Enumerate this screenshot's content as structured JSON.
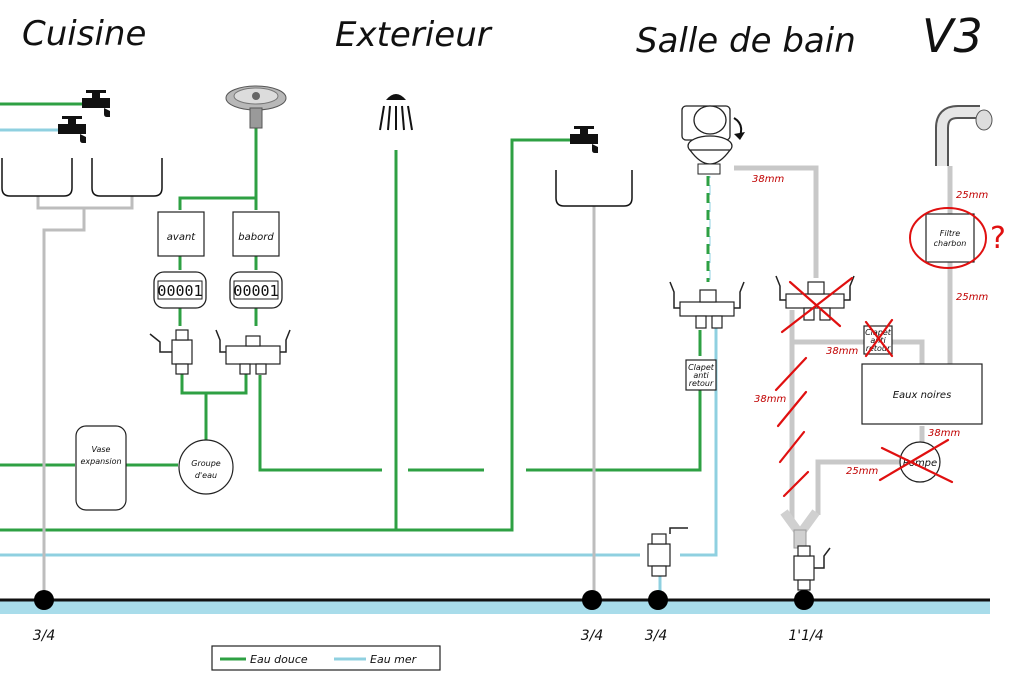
{
  "zones": {
    "cuisine": "Cuisine",
    "exterieur": "Exterieur",
    "salle_de_bain": "Salle de bain",
    "version": "V3"
  },
  "tanks": {
    "avant": "avant",
    "babord": "babord"
  },
  "counters": {
    "avant": "00001",
    "babord": "00001"
  },
  "components": {
    "vase_expansion": [
      "Vase",
      "expansion"
    ],
    "groupe_eau": [
      "Groupe",
      "d'eau"
    ],
    "clapet_douche": [
      "Clapet",
      "anti",
      "retour"
    ],
    "clapet_wc": [
      "Clapet",
      "anti",
      "retour"
    ],
    "filtre": [
      "Filtre",
      "charbon"
    ],
    "eaux_noires": "Eaux noires",
    "pompe": "Pompe",
    "question_mark": "?"
  },
  "pipe_sizes": {
    "wc_out": "38mm",
    "vent_upper": "25mm",
    "vent_lower": "25mm",
    "clapet_line": "38mm",
    "wc_down": "38mm",
    "tank_out": "38mm",
    "pump_out": "25mm"
  },
  "through_hulls": [
    "3/4",
    "3/4",
    "3/4",
    "1'1/4"
  ],
  "legend": {
    "fresh": "Eau douce",
    "sea": "Eau mer"
  },
  "colors": {
    "fresh_water": "#2ea043",
    "sea_water": "#8fd0e0",
    "waste": "#bdbdbd",
    "annotation": "#e01010"
  }
}
